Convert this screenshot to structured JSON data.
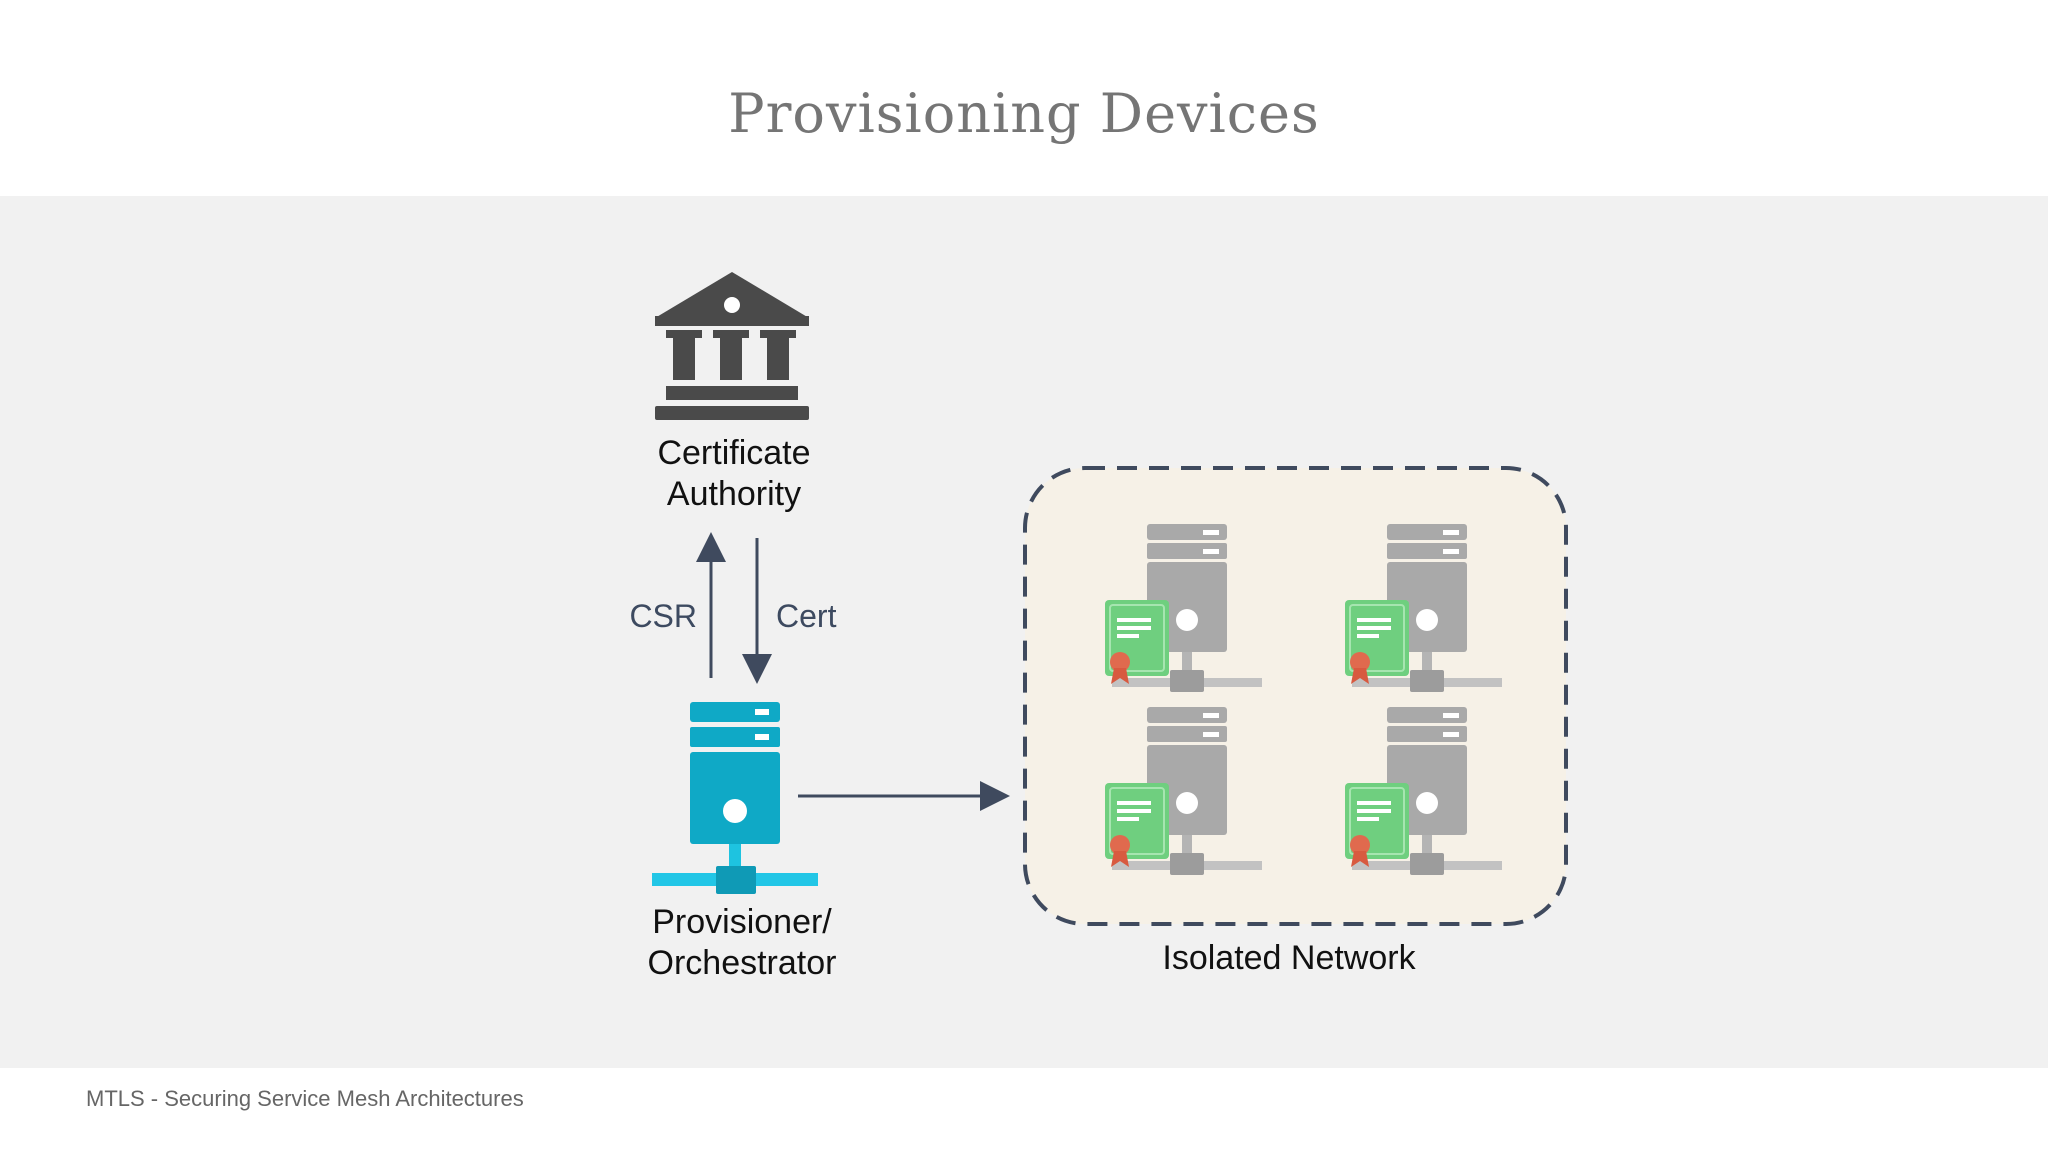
{
  "title": "Provisioning Devices",
  "footer": "MTLS - Securing Service Mesh Architectures",
  "nodes": {
    "ca": {
      "line1": "Certificate",
      "line2": "Authority",
      "icon": "bank-icon"
    },
    "provisioner": {
      "line1": "Provisioner/",
      "line2": "Orchestrator",
      "icon": "server-icon"
    },
    "network": {
      "label": "Isolated Network",
      "device_icon": "server-with-certificate-icon",
      "device_count": 4
    }
  },
  "edges": {
    "csr": "CSR",
    "cert": "Cert"
  },
  "colors": {
    "ca_icon": "#4a4a4a",
    "provisioner_icon": "#0fa9c6",
    "device_server": "#a9a9a9",
    "certificate": "#6fcf7f",
    "network_fill": "#f6f1e7",
    "network_border": "#3f4a5e",
    "arrow": "#3f4a5e"
  }
}
